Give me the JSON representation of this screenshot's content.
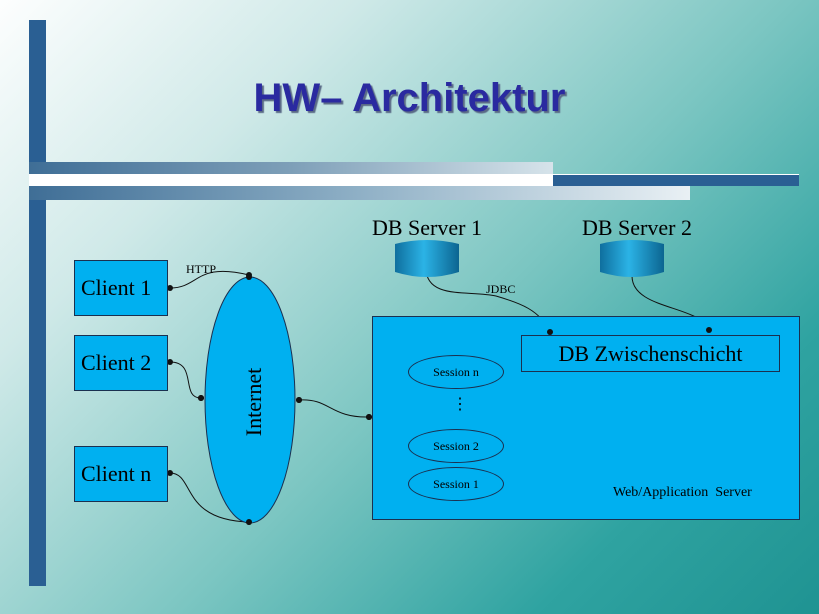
{
  "slide": {
    "title": "HW– Architektur"
  },
  "clients": {
    "client1": "Client 1",
    "client2": "Client 2",
    "clientn": "Client n"
  },
  "network": {
    "internet": "Internet",
    "http": "HTTP",
    "jdbc": "JDBC"
  },
  "databases": {
    "server1": "DB Server 1",
    "server2": "DB Server 2"
  },
  "app_server": {
    "label": "Web/Application  Server",
    "middle_layer": "DB Zwischenschicht",
    "sessions": [
      "Session n",
      "Session 2",
      "Session 1"
    ],
    "ellipsis": "⋮"
  },
  "colors": {
    "box_fill": "#00b0f0",
    "accent_bar": "#2a5f93",
    "title": "#2a2aa0",
    "db_cylinder": "#1c97c8"
  }
}
